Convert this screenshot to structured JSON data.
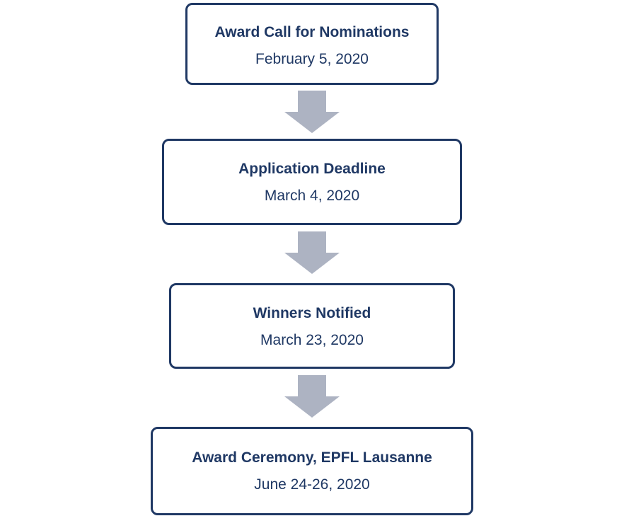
{
  "steps": [
    {
      "title": "Award Call for Nominations",
      "date": "February 5, 2020"
    },
    {
      "title": "Application Deadline",
      "date": "March 4, 2020"
    },
    {
      "title": "Winners Notified",
      "date": "March 23, 2020"
    },
    {
      "title": "Award Ceremony, EPFL Lausanne",
      "date": "June 24-26, 2020"
    }
  ],
  "colors": {
    "box_border": "#1f3864",
    "text": "#1f3864",
    "arrow": "#adb3c2"
  }
}
